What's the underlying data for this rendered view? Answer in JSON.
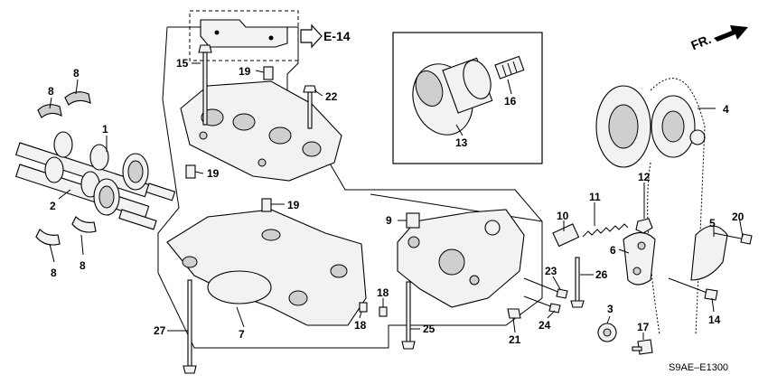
{
  "diagram": {
    "reference_label": "E-14",
    "direction_label": "FR.",
    "diagram_code": "S9AE–E1300",
    "callouts": [
      {
        "id": "c1",
        "text": "1"
      },
      {
        "id": "c2",
        "text": "2"
      },
      {
        "id": "c3",
        "text": "3"
      },
      {
        "id": "c4",
        "text": "4"
      },
      {
        "id": "c5",
        "text": "5"
      },
      {
        "id": "c6",
        "text": "6"
      },
      {
        "id": "c7",
        "text": "7"
      },
      {
        "id": "c8a",
        "text": "8"
      },
      {
        "id": "c8b",
        "text": "8"
      },
      {
        "id": "c8c",
        "text": "8"
      },
      {
        "id": "c8d",
        "text": "8"
      },
      {
        "id": "c9",
        "text": "9"
      },
      {
        "id": "c10",
        "text": "10"
      },
      {
        "id": "c11",
        "text": "11"
      },
      {
        "id": "c12",
        "text": "12"
      },
      {
        "id": "c13",
        "text": "13"
      },
      {
        "id": "c14",
        "text": "14"
      },
      {
        "id": "c15",
        "text": "15"
      },
      {
        "id": "c16",
        "text": "16"
      },
      {
        "id": "c17",
        "text": "17"
      },
      {
        "id": "c18a",
        "text": "18"
      },
      {
        "id": "c18b",
        "text": "18"
      },
      {
        "id": "c19a",
        "text": "19"
      },
      {
        "id": "c19b",
        "text": "19"
      },
      {
        "id": "c19c",
        "text": "19"
      },
      {
        "id": "c20",
        "text": "20"
      },
      {
        "id": "c21",
        "text": "21"
      },
      {
        "id": "c22",
        "text": "22"
      },
      {
        "id": "c23",
        "text": "23"
      },
      {
        "id": "c24",
        "text": "24"
      },
      {
        "id": "c25",
        "text": "25"
      },
      {
        "id": "c26",
        "text": "26"
      },
      {
        "id": "c27",
        "text": "27"
      }
    ]
  }
}
